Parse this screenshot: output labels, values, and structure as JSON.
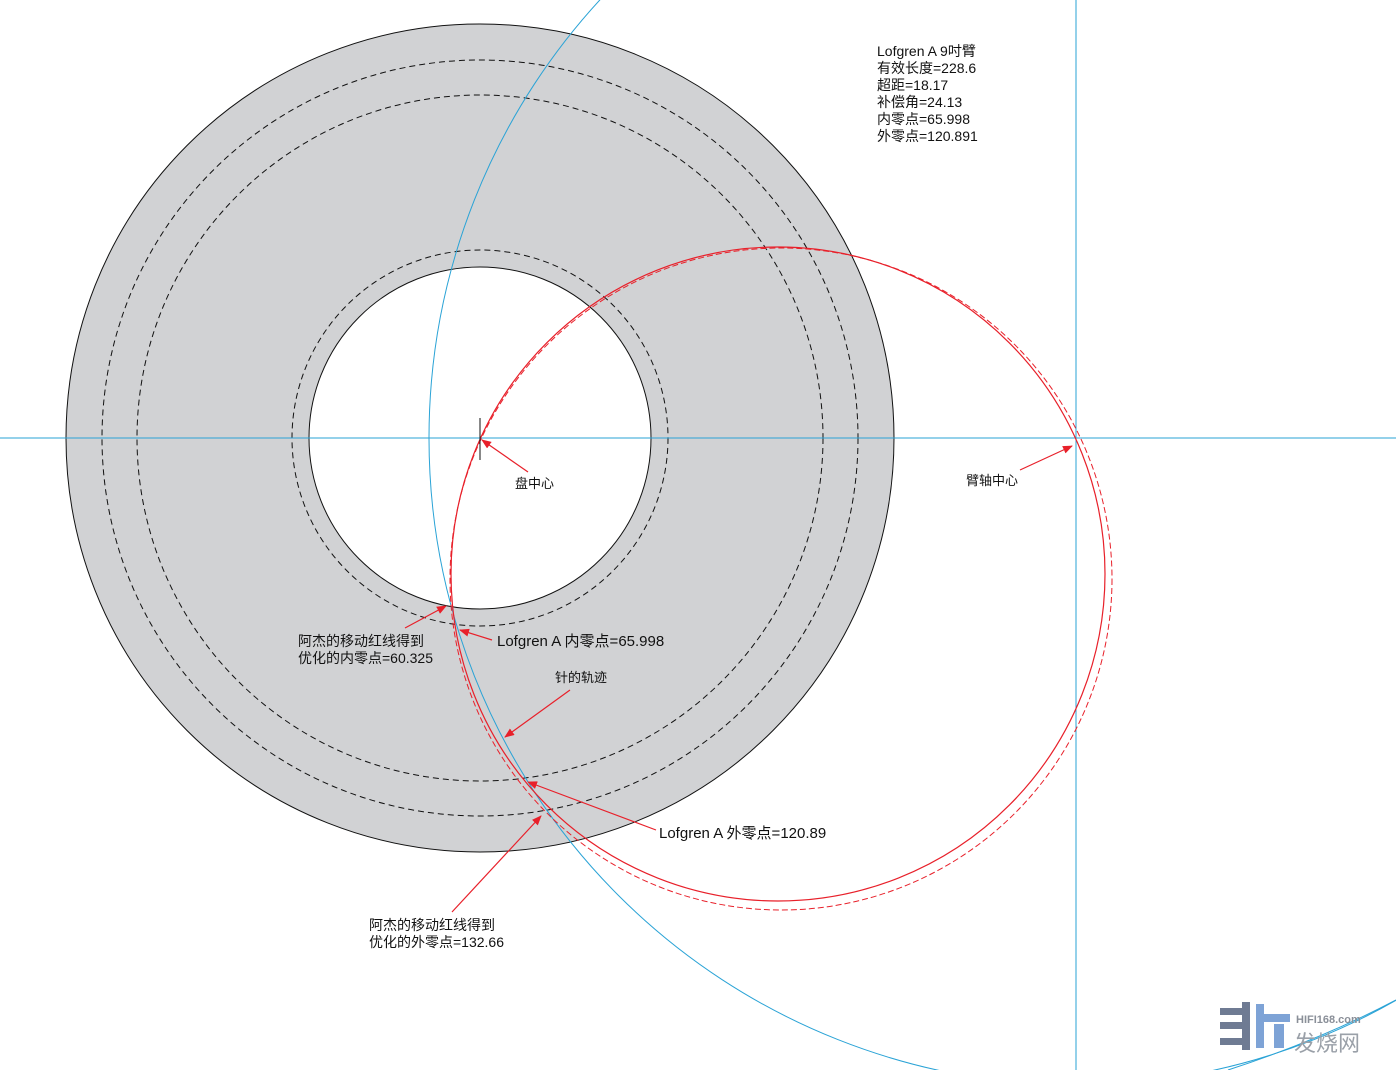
{
  "info_box": {
    "lines": [
      "Lofgren A 9吋臂",
      "有效长度=228.6",
      "超距=18.17",
      "补偿角=24.13",
      "内零点=65.998",
      "外零点=120.891"
    ]
  },
  "labels": {
    "disc_center": "盘中心",
    "pivot_center": "臂轴中心",
    "optimized_inner_line1": "阿杰的移动红线得到",
    "optimized_inner_line2": "优化的内零点=60.325",
    "lofgren_inner": "Lofgren A 内零点=65.998",
    "needle_track": "针的轨迹",
    "lofgren_outer": "Lofgren A 外零点=120.89",
    "optimized_outer_line1": "阿杰的移动红线得到",
    "optimized_outer_line2": "优化的外零点=132.66"
  },
  "watermark": {
    "en": "HIFI168.com",
    "cn": "发烧网"
  },
  "colors": {
    "disc": "#d1d2d4",
    "red": "#e8202a",
    "blue": "#2aa3d6",
    "black": "#111111"
  }
}
